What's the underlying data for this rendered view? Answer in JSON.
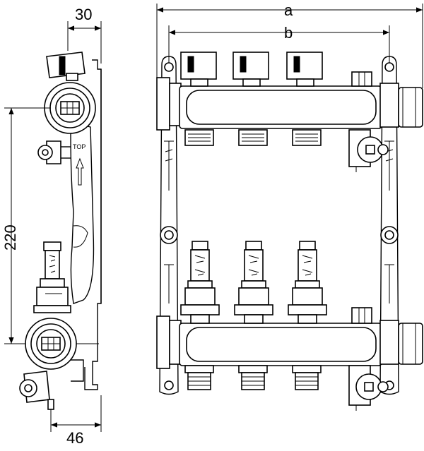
{
  "dimensions": {
    "side_top_width": "30",
    "side_height": "220",
    "side_bottom_width": "46",
    "front_overall_width": "a",
    "front_inner_width": "b"
  },
  "labels": {
    "orientation_mark": "TOP"
  }
}
